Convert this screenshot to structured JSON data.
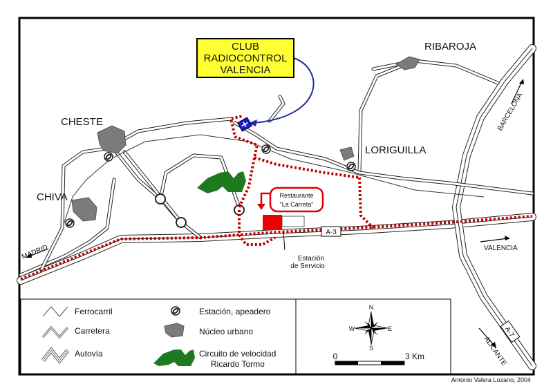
{
  "title_box": {
    "line1": "CLUB",
    "line2": "RADIOCONTROL",
    "line3": "VALENCIA",
    "fill": "#ffff33",
    "border": "#000000"
  },
  "places": {
    "cheste": "CHESTE",
    "chiva": "CHIVA",
    "loriguilla": "LORIGUILLA",
    "ribaroja": "RIBAROJA"
  },
  "directions": {
    "madrid": "MADRID",
    "valencia": "VALENCIA",
    "barcelona": "BARCELONA",
    "alicante": "ALICANTE"
  },
  "road_shields": {
    "a3": "A-3",
    "a7": "A-7"
  },
  "restaurant": {
    "line1": "Restaurante",
    "line2": "\"La Carreta\"",
    "outline_color": "#dd0000"
  },
  "service_station": {
    "line1": "Estación",
    "line2": "de Servicio"
  },
  "legend": {
    "ferrocarril": "Ferrocarril",
    "carretera": "Carretera",
    "autovia": "Autovía",
    "estacion": "Estación, apeadero",
    "nucleo": "Núcleo urbano",
    "circuito_line1": "Circuito de velocidad",
    "circuito_line2": "Ricardo Tormo"
  },
  "compass": {
    "n": "N",
    "s": "S",
    "e": "E",
    "w": "W"
  },
  "scale": {
    "start": "0",
    "end": "3 Km"
  },
  "credit": "Antonio Valera Lozano, 2004",
  "colors": {
    "route": "#c00000",
    "circuit": "#1f7a1f",
    "club_marker": "#1a1acc",
    "connector": "#1a2aa0",
    "restaurant_block": "#ee0000",
    "urban": "#7b7b7b"
  },
  "icons": {
    "station": "railway-station-icon",
    "club": "airplane-icon",
    "compass": "compass-rose-icon"
  }
}
